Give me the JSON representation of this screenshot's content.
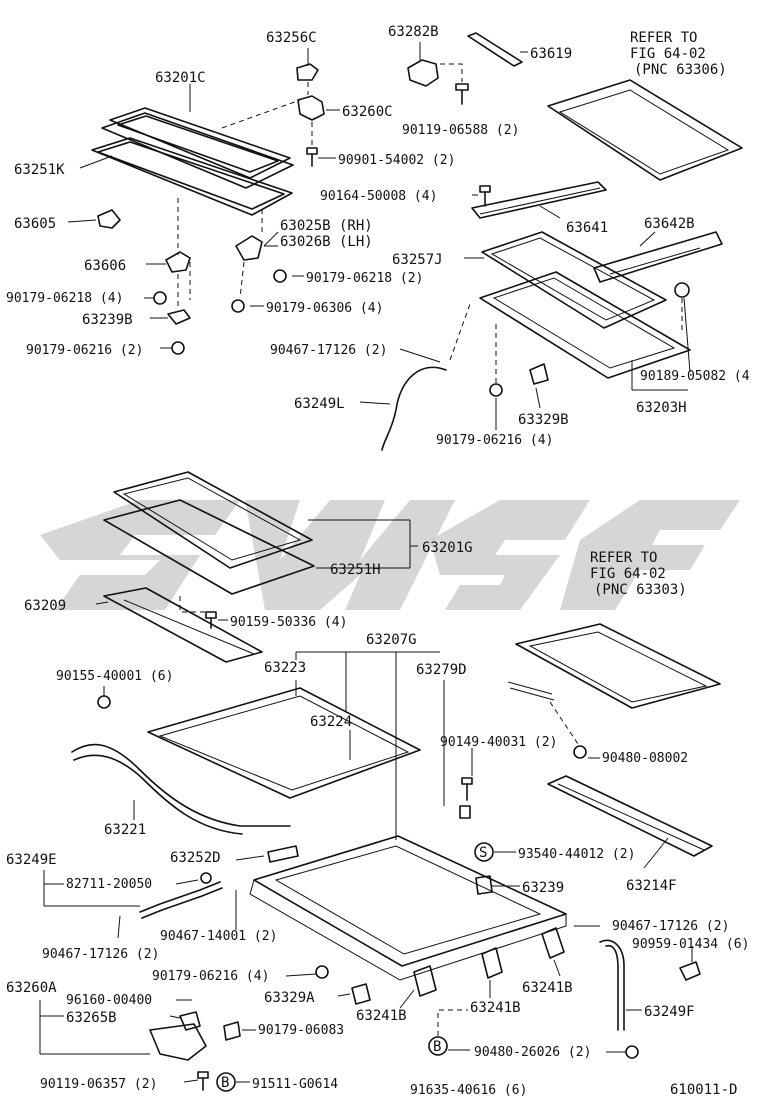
{
  "diagram": {
    "drawing_code": "610011-D",
    "labels": {
      "l63256C": "63256C",
      "l63282B": "63282B",
      "l63619": "63619",
      "l63201C": "63201C",
      "l63260C": "63260C",
      "l90119_06588": "90119-06588 (2)",
      "l90901_54002": "90901-54002 (2)",
      "l63251K": "63251K",
      "l90164_50008": "90164-50008 (4)",
      "l63605": "63605",
      "l63025B": "63025B (RH)",
      "l63026B": "63026B (LH)",
      "l63641": "63641",
      "l63642B": "63642B",
      "l63606": "63606",
      "l63257J": "63257J",
      "l90179_06218a": "90179-06218 (2)",
      "l90179_06218b": "90179-06218 (4)",
      "l90179_06306": "90179-06306 (4)",
      "l63239B": "63239B",
      "l90179_06216a": "90179-06216 (2)",
      "l90467_17126a": "90467-17126 (2)",
      "l90189_05082": "90189-05082 (4",
      "l63249L": "63249L",
      "l63203H": "63203H",
      "l63329B": "63329B",
      "l90179_06216b": "90179-06216 (4)",
      "l63201G": "63201G",
      "l63251H": "63251H",
      "l63209": "63209",
      "l90159_50336": "90159-50336 (4)",
      "l63207G": "63207G",
      "l90155_40001": "90155-40001 (6)",
      "l63223": "63223",
      "l63279D": "63279D",
      "l63224": "63224",
      "l90149_40031": "90149-40031 (2)",
      "l90480_08002": "90480-08002",
      "l63221": "63221",
      "l63249E": "63249E",
      "l82711_20050": "82711-20050",
      "l63252D": "63252D",
      "l93540_44012": "93540-44012 (2)",
      "l63239": "63239",
      "l63214F": "63214F",
      "l90467_17126b": "90467-17126 (2)",
      "l90467_14001": "90467-14001 (2)",
      "l90467_17126c": "90467-17126 (2)",
      "l90959_01434": "90959-01434 (6)",
      "l90179_06216c": "90179-06216 (4)",
      "l63260A": "63260A",
      "l63329A": "63329A",
      "l63241Ba": "63241B",
      "l63241Bb": "63241B",
      "l63241Bc": "63241B",
      "l63249F": "63249F",
      "l96160_00400": "96160-00400",
      "l63265B": "63265B",
      "l90179_06083": "90179-06083",
      "l90480_26026": "90480-26026 (2)",
      "l90119_06357": "90119-06357 (2)",
      "l91511_G0614": "91511-G0614",
      "l91635_40616": "91635-40616 (6)"
    },
    "refer_a": {
      "line1": "REFER TO",
      "line2": "FIG 64-02",
      "line3": "(PNC 63306)"
    },
    "refer_b": {
      "line1": "REFER TO",
      "line2": "FIG 64-02",
      "line3": "(PNC 63303)"
    },
    "markers": {
      "s": "S",
      "b": "B"
    }
  }
}
